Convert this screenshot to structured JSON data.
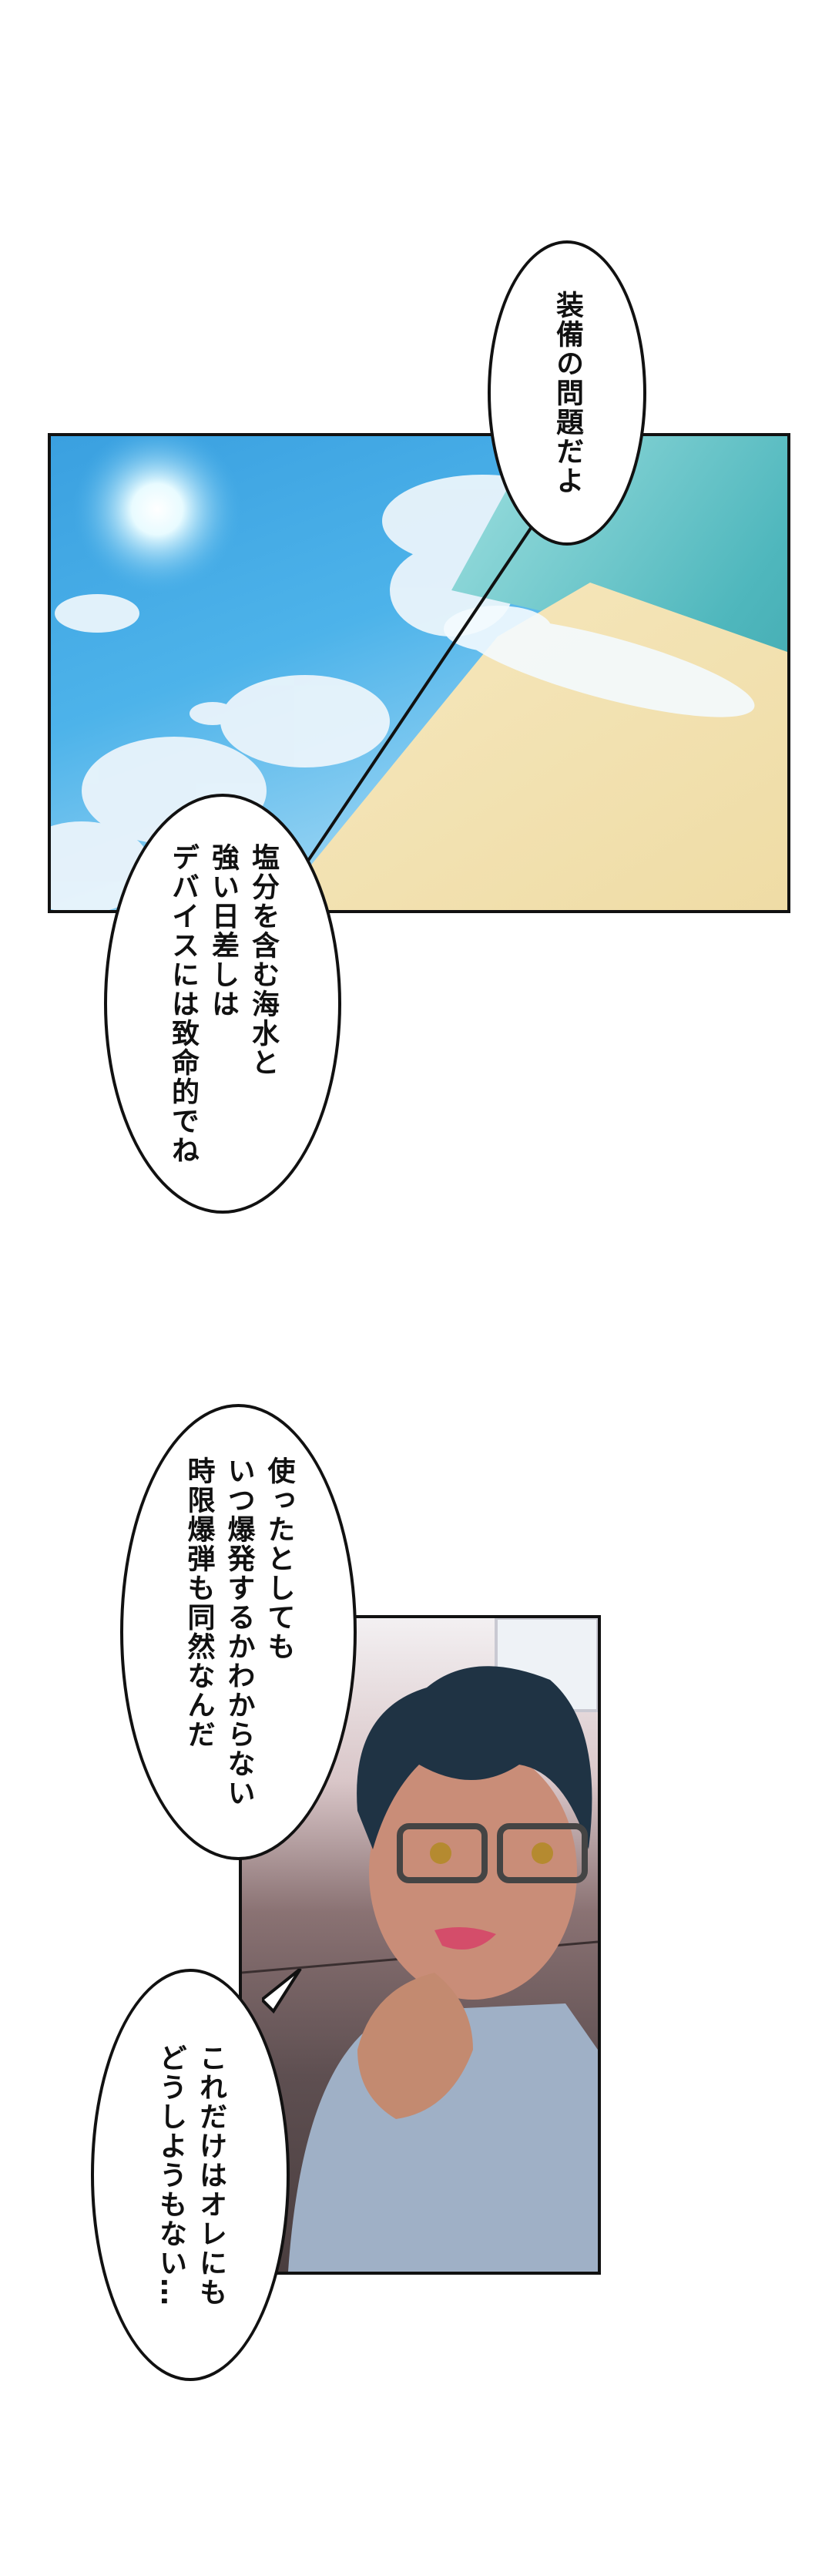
{
  "panels": [
    {
      "scene": "beach-sky-sea-sand"
    },
    {
      "scene": "man-with-glasses-thinking"
    }
  ],
  "bubbles": [
    {
      "lines": [
        "装備の問題だよ"
      ]
    },
    {
      "lines": [
        "塩分を含む海水と",
        "強い日差しは",
        "デバイスには致命的でね"
      ]
    },
    {
      "lines": [
        "使ったとしても",
        "いつ爆発するかわからない",
        "時限爆弾も同然なんだ"
      ]
    },
    {
      "lines": [
        "これだけはオレにも",
        "どうしようもない…"
      ]
    }
  ],
  "colors": {
    "sky": "#3aa0e0",
    "sea": "#5cc3c8",
    "sand": "#f3e3b0",
    "hair": "#1f3344",
    "panel_border": "#111111"
  }
}
